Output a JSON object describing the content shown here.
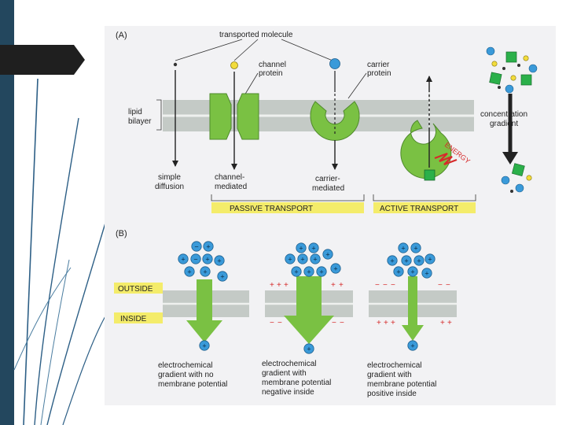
{
  "panel_a": {
    "label": "(A)",
    "transported_molecule": "transported molecule",
    "channel_protein": [
      "channel",
      "protein"
    ],
    "carrier_protein": [
      "carrier",
      "protein"
    ],
    "lipid_bilayer": [
      "lipid",
      "bilayer"
    ],
    "concentration_gradient": [
      "concentration",
      "gradient"
    ],
    "simple_diffusion": [
      "simple",
      "diffusion"
    ],
    "channel_mediated": [
      "channel-",
      "mediated"
    ],
    "carrier_mediated": [
      "carrier-",
      "mediated"
    ],
    "energy": "ENERGY",
    "passive_transport": "PASSIVE TRANSPORT",
    "active_transport": "ACTIVE TRANSPORT"
  },
  "panel_b": {
    "label": "(B)",
    "outside": "OUTSIDE",
    "inside": "INSIDE",
    "caption_1": [
      "electrochemical",
      "gradient with no",
      "membrane potential"
    ],
    "caption_2": [
      "electrochemical",
      "gradient with",
      "membrane potential",
      "negative inside"
    ],
    "caption_3": [
      "electrochemical",
      "gradient with",
      "membrane potential",
      "positive inside"
    ],
    "plus_sign": "+",
    "minus_sign": "−"
  },
  "colors": {
    "membrane": "#c4cac6",
    "protein_green": "#7ac143",
    "ion_blue": "#3a9ad9",
    "yellow_molecule": "#f2dc3c",
    "label_band": "#f4ec6a",
    "sidebar": "#23475e"
  }
}
